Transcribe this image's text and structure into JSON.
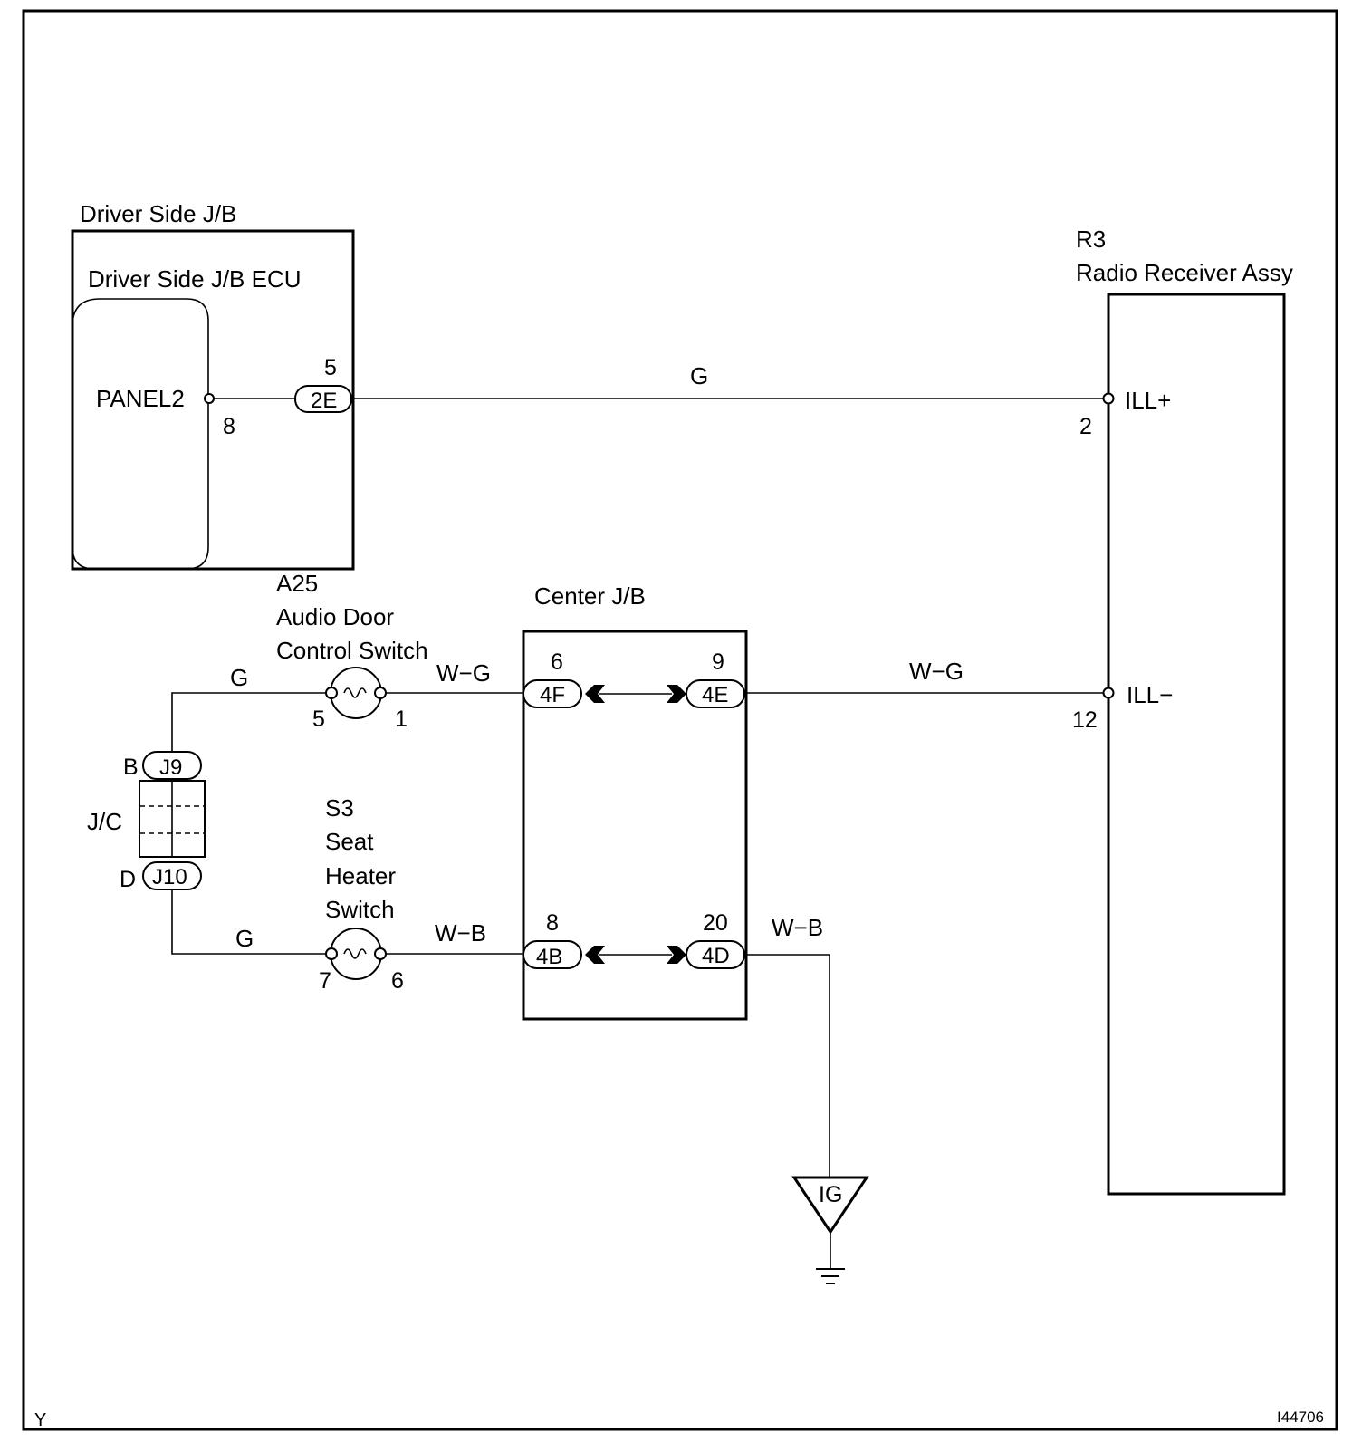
{
  "components": {
    "driver_jb": {
      "title": "Driver Side J/B",
      "ecu_title": "Driver Side J/B ECU",
      "terminal": "PANEL2",
      "ecu_pin": "8",
      "connector": "2E",
      "connector_pin": "5"
    },
    "radio": {
      "code": "R3",
      "title": "Radio Receiver Assy",
      "terminal_plus": "ILL+",
      "pin_plus": "2",
      "terminal_minus": "ILL−",
      "pin_minus": "12"
    },
    "audio_switch": {
      "code": "A25",
      "line1": "Audio Door",
      "line2": "Control Switch",
      "pin_left": "5",
      "pin_right": "1"
    },
    "seat_switch": {
      "code": "S3",
      "line1": "Seat",
      "line2": "Heater",
      "line3": "Switch",
      "pin_left": "7",
      "pin_right": "6"
    },
    "center_jb": {
      "title": "Center J/B",
      "conn_4f": "4F",
      "pin_4f": "6",
      "conn_4e": "4E",
      "pin_4e": "9",
      "conn_4b": "4B",
      "pin_4b": "8",
      "conn_4d": "4D",
      "pin_4d": "20"
    },
    "jc": {
      "label": "J/C",
      "top_pin": "B",
      "top_conn": "J9",
      "bottom_pin": "D",
      "bottom_conn": "J10"
    },
    "ground": {
      "label": "IG"
    }
  },
  "wires": {
    "main_g": "G",
    "top_left_g": "G",
    "top_mid_wg": "W−G",
    "top_right_wg": "W−G",
    "bottom_left_g": "G",
    "bottom_mid_wb": "W−B",
    "bottom_right_wb": "W−B"
  },
  "footer": {
    "left": "Y",
    "right": "I44706"
  }
}
